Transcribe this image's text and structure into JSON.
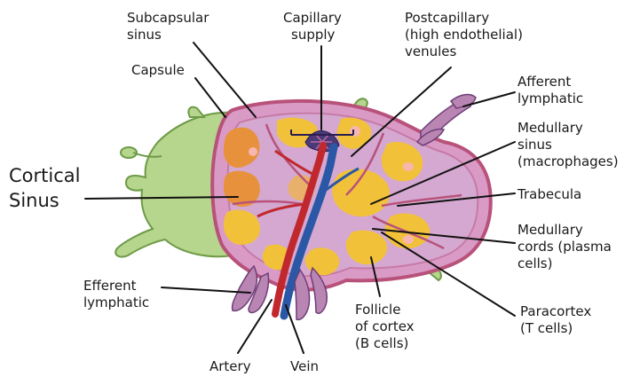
{
  "labels": {
    "subcapsular_sinus": [
      "Subcapsular",
      "sinus"
    ],
    "capillary_supply": [
      "Capillary",
      "supply"
    ],
    "postcapillary": [
      "Postcapillary",
      "(high endothelial)",
      "venules"
    ],
    "capsule": [
      "Capsule"
    ],
    "afferent_lymphatic": [
      "Afferent",
      "lymphatic"
    ],
    "medullary_sinus": [
      "Medullary",
      "sinus",
      "(macrophages)"
    ],
    "cortical_sinus": [
      "Cortical",
      "Sinus"
    ],
    "trabecula": [
      "Trabecula"
    ],
    "medullary_cords": [
      "Medullary",
      "cords (plasma",
      "cells)"
    ],
    "efferent_lymphatic": [
      "Efferent",
      "lymphatic"
    ],
    "paracortex": [
      "Paracortex",
      "(T cells)"
    ],
    "follicle": [
      "Follicle",
      "of cortex",
      "(B cells)"
    ],
    "artery": [
      "Artery"
    ],
    "vein": [
      "Vein"
    ]
  },
  "colors": {
    "capsule_green": "#b5d68c",
    "green_outline": "#6e9a48",
    "node_pink": "#d99bc6",
    "node_border": "#b8527a",
    "follicle_yellow": "#f2c13a",
    "follicle_orange": "#e8913c",
    "germinal_center": "#f7b7b0",
    "artery_red": "#c0282d",
    "vein_blue": "#2b58a6",
    "lymphatic_purple": "#b986b4"
  }
}
